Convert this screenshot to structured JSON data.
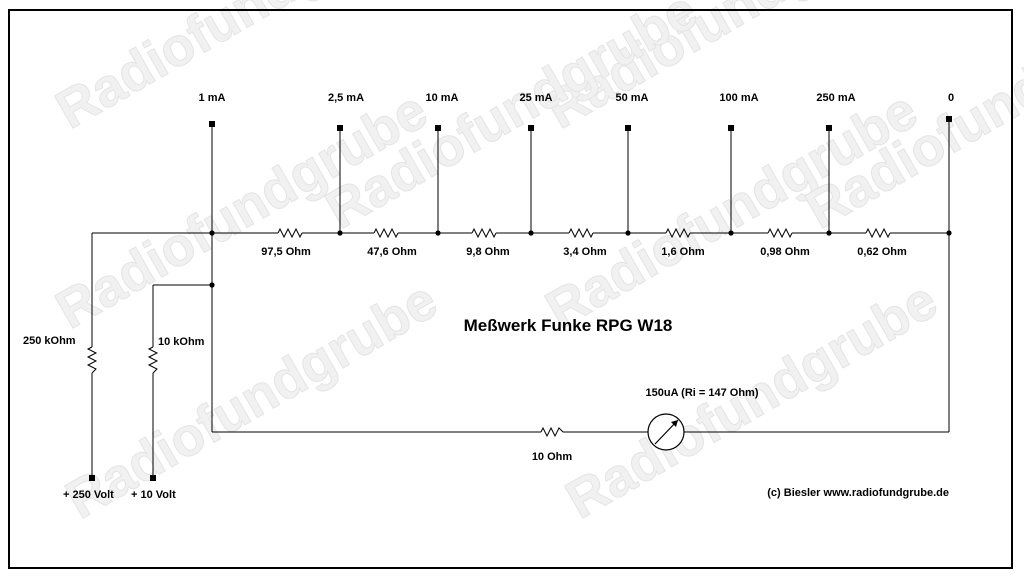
{
  "title": "Meßwerk Funke RPG W18",
  "watermark": "Radiofundgrube",
  "copyright": "(c) Biesler www.radiofundgrube.de",
  "terminals": [
    "1 mA",
    "2,5 mA",
    "10 mA",
    "25 mA",
    "50 mA",
    "100 mA",
    "250 mA",
    "0"
  ],
  "shunts": [
    "97,5 Ohm",
    "47,6 Ohm",
    "9,8 Ohm",
    "3,4 Ohm",
    "1,6 Ohm",
    "0,98 Ohm",
    "0,62 Ohm"
  ],
  "series_resistors": {
    "r250k": "250 kOhm",
    "r10k": "10 kOhm",
    "r10": "10 Ohm"
  },
  "voltage_inputs": {
    "v250": "+ 250 Volt",
    "v10": "+ 10 Volt"
  },
  "meter": {
    "label": "150uA (Ri = 147 Ohm)"
  },
  "colors": {
    "line": "#000000",
    "background": "#ffffff",
    "watermark": "#e4e4e4"
  }
}
